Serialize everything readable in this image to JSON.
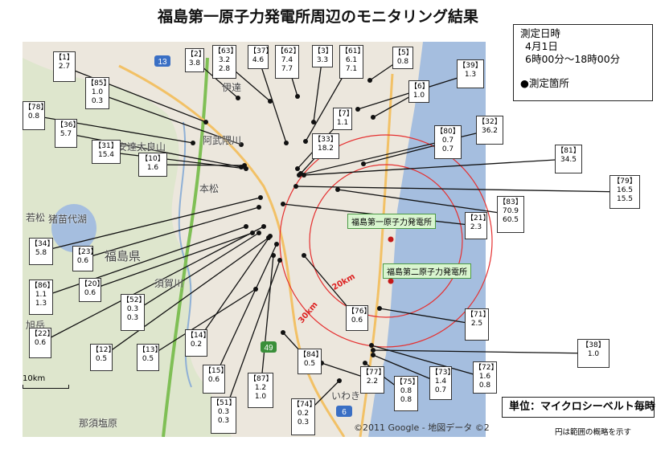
{
  "title": "福島第一原子力発電所周辺のモニタリング結果",
  "info": {
    "heading": "測定日時",
    "date": "4月1日",
    "time_range": "6時00分～18時00分",
    "legend_label": "●測定箇所"
  },
  "unit_label": "単位：マイクロシーベルト毎時",
  "note": "円は範囲の概略を示す",
  "copyright": "©2011 Google - 地図データ ©2",
  "scale_label": "10km",
  "rings": [
    {
      "label": "20km"
    },
    {
      "label": "30km"
    }
  ],
  "plants": [
    {
      "name": "福島第一原子力発電所"
    },
    {
      "name": "福島第二原子力発電所"
    }
  ],
  "places": [
    "伊達",
    "阿武隈川",
    "安達太良山",
    "本松",
    "猪苗代湖",
    "若松",
    "福島県",
    "須賀川",
    "旭岳",
    "那須塩原",
    "いわき"
  ],
  "road_markers": [
    "13",
    "49",
    "6"
  ],
  "colors": {
    "sea": "#a5bedf",
    "land": "#ece7dd",
    "green": "#cfe3b8",
    "ring": "#e53030",
    "dot": "#111",
    "plant_dot": "#c41a1a",
    "road": "#f2c166",
    "highway": "#7fbf55"
  },
  "stations": [
    {
      "id": "【1】",
      "values": [
        "2.7"
      ]
    },
    {
      "id": "【2】",
      "values": [
        "3.8"
      ]
    },
    {
      "id": "【63】",
      "values": [
        "3.2",
        "2.8"
      ]
    },
    {
      "id": "【37】",
      "values": [
        "4.6"
      ]
    },
    {
      "id": "【62】",
      "values": [
        "7.4",
        "7.7"
      ]
    },
    {
      "id": "【3】",
      "values": [
        "3.3"
      ]
    },
    {
      "id": "【61】",
      "values": [
        "6.1",
        "7.1"
      ]
    },
    {
      "id": "【5】",
      "values": [
        "0.8"
      ]
    },
    {
      "id": "【39】",
      "values": [
        "1.3"
      ]
    },
    {
      "id": "【85】",
      "values": [
        "1.0",
        "0.3"
      ]
    },
    {
      "id": "【6】",
      "values": [
        "1.0"
      ]
    },
    {
      "id": "【78】",
      "values": [
        "0.8"
      ]
    },
    {
      "id": "【7】",
      "values": [
        "1.1"
      ]
    },
    {
      "id": "【32】",
      "values": [
        "36.2"
      ]
    },
    {
      "id": "【36】",
      "values": [
        "5.7"
      ]
    },
    {
      "id": "【33】",
      "values": [
        "18.2"
      ]
    },
    {
      "id": "【80】",
      "values": [
        "0.7",
        "0.7"
      ]
    },
    {
      "id": "【31】",
      "values": [
        "15.4"
      ]
    },
    {
      "id": "【10】",
      "values": [
        "1.6"
      ]
    },
    {
      "id": "【81】",
      "values": [
        "34.5"
      ]
    },
    {
      "id": "【79】",
      "values": [
        "16.5",
        "15.5"
      ]
    },
    {
      "id": "【83】",
      "values": [
        "70.9",
        "60.5"
      ]
    },
    {
      "id": "【21】",
      "values": [
        "2.3"
      ]
    },
    {
      "id": "【34】",
      "values": [
        "5.8"
      ]
    },
    {
      "id": "【23】",
      "values": [
        "0.6"
      ]
    },
    {
      "id": "【86】",
      "values": [
        "1.1",
        "1.3"
      ]
    },
    {
      "id": "【20】",
      "values": [
        "0.6"
      ]
    },
    {
      "id": "【52】",
      "values": [
        "0.3",
        "0.3"
      ]
    },
    {
      "id": "【76】",
      "values": [
        "0.6"
      ]
    },
    {
      "id": "【71】",
      "values": [
        "2.5"
      ]
    },
    {
      "id": "【22】",
      "values": [
        "0.6"
      ]
    },
    {
      "id": "【14】",
      "values": [
        "0.2"
      ]
    },
    {
      "id": "【38】",
      "values": [
        "1.0"
      ]
    },
    {
      "id": "【12】",
      "values": [
        "0.5"
      ]
    },
    {
      "id": "【13】",
      "values": [
        "0.5"
      ]
    },
    {
      "id": "【84】",
      "values": [
        "0.5"
      ]
    },
    {
      "id": "【73】",
      "values": [
        "1.4",
        "0.7"
      ]
    },
    {
      "id": "【72】",
      "values": [
        "1.6",
        "0.8"
      ]
    },
    {
      "id": "【15】",
      "values": [
        "0.6"
      ]
    },
    {
      "id": "【87】",
      "values": [
        "1.2",
        "1.0"
      ]
    },
    {
      "id": "【77】",
      "values": [
        "2.2"
      ]
    },
    {
      "id": "【75】",
      "values": [
        "0.8",
        "0.8"
      ]
    },
    {
      "id": "【51】",
      "values": [
        "0.3",
        "0.3"
      ]
    },
    {
      "id": "【74】",
      "values": [
        "0.2",
        "0.3"
      ]
    }
  ]
}
